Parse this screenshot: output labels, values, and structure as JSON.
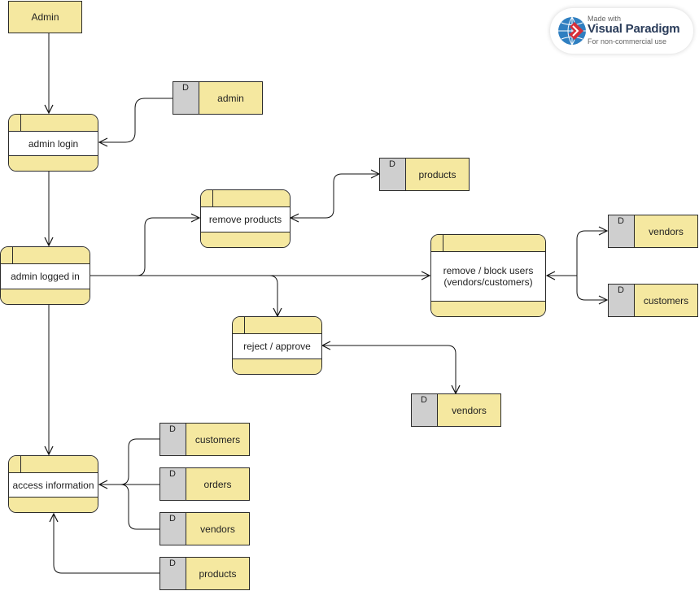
{
  "external_entity": {
    "label": "Admin"
  },
  "processes": {
    "admin_login": {
      "label": "admin login"
    },
    "admin_logged_in": {
      "label": "admin logged in"
    },
    "remove_products": {
      "label": "remove products"
    },
    "remove_block_users": {
      "label": "remove / block users\n(vendors/customers)"
    },
    "reject_approve": {
      "label": "reject / approve"
    },
    "access_information": {
      "label": "access information"
    }
  },
  "data_stores": {
    "admin": {
      "id": "D",
      "name": "admin"
    },
    "products_top": {
      "id": "D",
      "name": "products"
    },
    "vendors_right": {
      "id": "D",
      "name": "vendors"
    },
    "customers_right": {
      "id": "D",
      "name": "customers"
    },
    "vendors_mid": {
      "id": "D",
      "name": "vendors"
    },
    "customers_bottom": {
      "id": "D",
      "name": "customers"
    },
    "orders": {
      "id": "D",
      "name": "orders"
    },
    "vendors_bottom": {
      "id": "D",
      "name": "vendors"
    },
    "products_bottom": {
      "id": "D",
      "name": "products"
    }
  },
  "badge": {
    "made_with": "Made with",
    "brand": "Visual Paradigm",
    "note": "For non-commercial use"
  },
  "colors": {
    "fill": "#f5e8a0",
    "store_id_fill": "#cfcfcf",
    "stroke": "#2b2b2b"
  }
}
